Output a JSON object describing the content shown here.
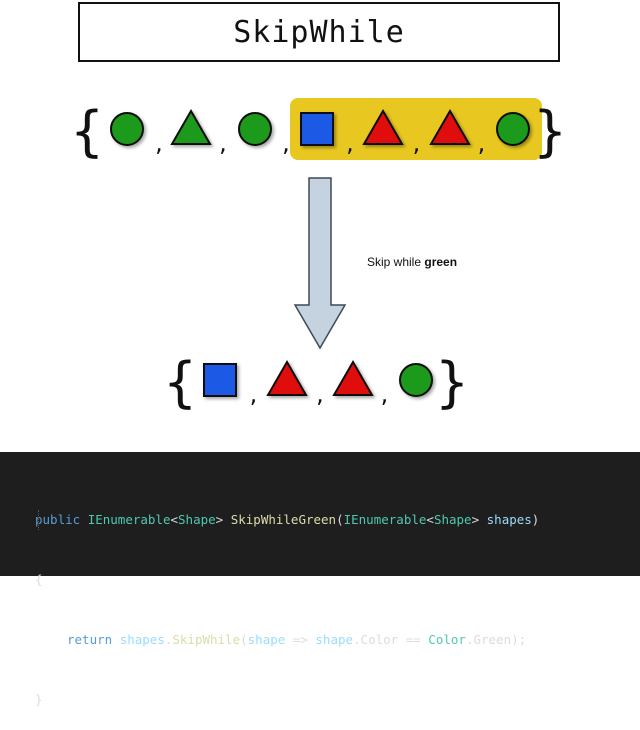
{
  "title": "SkipWhile",
  "input_sequence": [
    {
      "shape": "circle",
      "color": "#1a9a1a"
    },
    {
      "shape": "triangle",
      "color": "#1a9a1a"
    },
    {
      "shape": "circle",
      "color": "#1a9a1a"
    },
    {
      "shape": "square",
      "color": "#1e5ae6"
    },
    {
      "shape": "triangle",
      "color": "#e01010"
    },
    {
      "shape": "triangle",
      "color": "#e01010"
    },
    {
      "shape": "circle",
      "color": "#1a9a1a"
    }
  ],
  "output_sequence": [
    {
      "shape": "square",
      "color": "#1e5ae6"
    },
    {
      "shape": "triangle",
      "color": "#e01010"
    },
    {
      "shape": "triangle",
      "color": "#e01010"
    },
    {
      "shape": "circle",
      "color": "#1a9a1a"
    }
  ],
  "separator": ",",
  "open_brace": "{",
  "close_brace": "}",
  "highlight_color": "#e8c820",
  "arrow_color": "#c5d3e0",
  "caption": {
    "prefix": "Skip while ",
    "emphasis": "green"
  },
  "code": {
    "line1": [
      {
        "t": "public",
        "c": "kw"
      },
      {
        "t": " ",
        "c": "pl"
      },
      {
        "t": "IEnumerable",
        "c": "ty"
      },
      {
        "t": "<",
        "c": "pl"
      },
      {
        "t": "Shape",
        "c": "ty"
      },
      {
        "t": "> ",
        "c": "pl"
      },
      {
        "t": "SkipWhileGreen",
        "c": "mt"
      },
      {
        "t": "(",
        "c": "pl"
      },
      {
        "t": "IEnumerable",
        "c": "ty"
      },
      {
        "t": "<",
        "c": "pl"
      },
      {
        "t": "Shape",
        "c": "ty"
      },
      {
        "t": "> ",
        "c": "pl"
      },
      {
        "t": "shapes",
        "c": "pm"
      },
      {
        "t": ")",
        "c": "pl"
      }
    ],
    "line2": [
      {
        "t": "{",
        "c": "pl"
      }
    ],
    "line3": [
      {
        "t": "return",
        "c": "kw"
      },
      {
        "t": " ",
        "c": "pl"
      },
      {
        "t": "shapes",
        "c": "pm"
      },
      {
        "t": ".",
        "c": "pl"
      },
      {
        "t": "SkipWhile",
        "c": "mt"
      },
      {
        "t": "(",
        "c": "pl"
      },
      {
        "t": "shape",
        "c": "pm"
      },
      {
        "t": " => ",
        "c": "pl"
      },
      {
        "t": "shape",
        "c": "pm"
      },
      {
        "t": ".Color == ",
        "c": "pl"
      },
      {
        "t": "Color",
        "c": "ty"
      },
      {
        "t": ".Green);",
        "c": "pl"
      }
    ],
    "line4": [
      {
        "t": "}",
        "c": "pl"
      }
    ]
  }
}
